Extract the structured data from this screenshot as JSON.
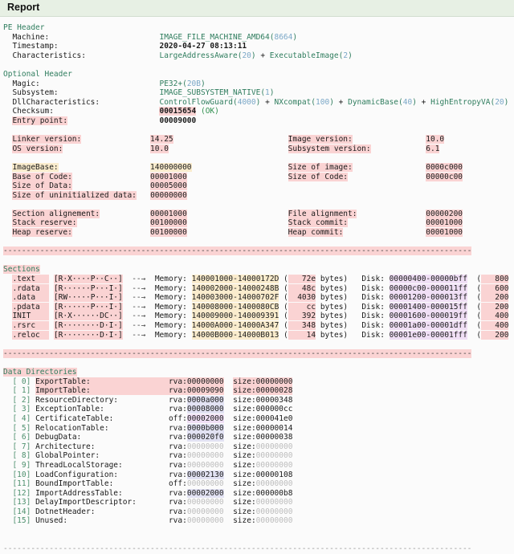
{
  "window": {
    "title": "Report"
  },
  "pe_header": {
    "group": "PE Header",
    "rows": [
      {
        "label": "Machine:",
        "value": "IMAGE_FILE_MACHINE_AMD64",
        "paren": "8664",
        "style": "teal"
      },
      {
        "label": "Timestamp:",
        "value": "2020-04-27 08:13:11",
        "paren": "",
        "style": "plainbold"
      },
      {
        "label": "Characteristics:",
        "value": "LargeAddressAware",
        "paren": "20",
        "style": "teal",
        "extra": " + ",
        "value2": "ExecutableImage",
        "paren2": "2"
      }
    ]
  },
  "optional_header": {
    "group": "Optional Header",
    "rows": [
      {
        "label": "Magic:",
        "value": "PE32+",
        "paren": "20B"
      },
      {
        "label": "Subsystem:",
        "value": "IMAGE_SUBSYSTEM_NATIVE",
        "paren": "1"
      },
      {
        "label": "DllCharacteristics:",
        "flags": [
          {
            "name": "ControlFlowGuard",
            "value": "4000"
          },
          {
            "name": "NXcompat",
            "value": "100"
          },
          {
            "name": "DynamicBase",
            "value": "40"
          },
          {
            "name": "HighEntropyVA",
            "value": "20"
          }
        ]
      },
      {
        "label": "Checksum:",
        "value": "00015654",
        "status": "(OK)",
        "label_hl": false,
        "value_hl": true
      },
      {
        "label": "Entry point:",
        "value": "00009000",
        "label_hl": true,
        "value_hl": false
      }
    ]
  },
  "versions": {
    "left": [
      {
        "label": "Linker version:",
        "value": "14.25"
      },
      {
        "label": "OS version:",
        "value": "10.0"
      }
    ],
    "right": [
      {
        "label": "Image version:",
        "value": "10.0"
      },
      {
        "label": "Subsystem version:",
        "value": "6.1"
      }
    ]
  },
  "image_layout": {
    "left": [
      {
        "label": "ImageBase:",
        "value": "140000000",
        "hl": "cream"
      },
      {
        "label": "Base of Code:",
        "value": "00001000",
        "hl": "pink"
      },
      {
        "label": "Size of Data:",
        "value": "00005000",
        "hl": "pink"
      },
      {
        "label": "Size of uninitialized data:",
        "value": "00000000",
        "hl": "pink"
      }
    ],
    "right": [
      {
        "label": "Size of image:",
        "value": "0000c000",
        "hl": "pink"
      },
      {
        "label": "Size of Code:",
        "value": "00000c00",
        "hl": "pink"
      }
    ]
  },
  "alignment": {
    "left": [
      {
        "label": "Section alignement:",
        "value": "00001000"
      },
      {
        "label": "Stack reserve:",
        "value": "00100000"
      },
      {
        "label": "Heap reserve:",
        "value": "00100000"
      }
    ],
    "right": [
      {
        "label": "File alignment:",
        "value": "00000200"
      },
      {
        "label": "Stack commit:",
        "value": "00001000"
      },
      {
        "label": "Heap commit:",
        "value": "00001000"
      }
    ]
  },
  "separator": "------------------------------------------------------------------------------------------------------",
  "sections": {
    "group": "Sections",
    "mem_label": "Memory:",
    "disk_label": "Disk:",
    "bytes_label": "bytes)",
    "arrow": "--→",
    "rows": [
      {
        "name": ".text",
        "flags": "[R·X····P··C··]",
        "mem_start": "140001000",
        "mem_end": "14000172D",
        "mem_size": "72e",
        "disk_start": "00000400",
        "disk_end": "00000bff",
        "disk_size": "800"
      },
      {
        "name": ".rdata",
        "flags": "[R······P···I·]",
        "mem_start": "140002000",
        "mem_end": "14000248B",
        "mem_size": "48c",
        "disk_start": "00000c00",
        "disk_end": "000011ff",
        "disk_size": "600"
      },
      {
        "name": ".data",
        "flags": "[RW·····P···I·]",
        "mem_start": "140003000",
        "mem_end": "14000702F",
        "mem_size": "4030",
        "disk_start": "00001200",
        "disk_end": "000013ff",
        "disk_size": "200"
      },
      {
        "name": ".pdata",
        "flags": "[R······P···I·]",
        "mem_start": "140008000",
        "mem_end": "1400080CB",
        "mem_size": "cc",
        "disk_start": "00001400",
        "disk_end": "000015ff",
        "disk_size": "200"
      },
      {
        "name": "INIT",
        "flags": "[R·X······DC··]",
        "mem_start": "140009000",
        "mem_end": "140009391",
        "mem_size": "392",
        "disk_start": "00001600",
        "disk_end": "000019ff",
        "disk_size": "400"
      },
      {
        "name": ".rsrc",
        "flags": "[R········D·I·]",
        "mem_start": "14000A000",
        "mem_end": "14000A347",
        "mem_size": "348",
        "disk_start": "00001a00",
        "disk_end": "00001dff",
        "disk_size": "400"
      },
      {
        "name": ".reloc",
        "flags": "[R········D·I·]",
        "mem_start": "14000B000",
        "mem_end": "14000B013",
        "mem_size": "14",
        "disk_start": "00001e00",
        "disk_end": "00001fff",
        "disk_size": "200"
      }
    ]
  },
  "data_directories": {
    "group": "Data Directories",
    "rows": [
      {
        "index": "[ 0]",
        "name": "ExportTable:",
        "kind": "rva",
        "rva": "00000000",
        "size": "00000000",
        "hl": "pink",
        "zero": false
      },
      {
        "index": "[ 1]",
        "name": "ImportTable:",
        "kind": "rva",
        "rva": "00009090",
        "size": "00000028",
        "hl": "pink",
        "zero": false
      },
      {
        "index": "[ 2]",
        "name": "ResourceDirectory:",
        "kind": "rva",
        "rva": "0000a000",
        "size": "00000348",
        "hl": "blue",
        "zero": false
      },
      {
        "index": "[ 3]",
        "name": "ExceptionTable:",
        "kind": "rva",
        "rva": "00008000",
        "size": "000000cc",
        "hl": "blue",
        "zero": false
      },
      {
        "index": "[ 4]",
        "name": "CertificateTable:",
        "kind": "off",
        "rva": "00002000",
        "size": "000041e0",
        "hl": "violet",
        "zero": false
      },
      {
        "index": "[ 5]",
        "name": "RelocationTable:",
        "kind": "rva",
        "rva": "0000b000",
        "size": "00000014",
        "hl": "blue",
        "zero": false
      },
      {
        "index": "[ 6]",
        "name": "DebugData:",
        "kind": "rva",
        "rva": "000020f0",
        "size": "00000038",
        "hl": "blue",
        "zero": false
      },
      {
        "index": "[ 7]",
        "name": "Architecture:",
        "kind": "rva",
        "rva": "00000000",
        "size": "00000000",
        "hl": "none",
        "zero": true
      },
      {
        "index": "[ 8]",
        "name": "GlobalPointer:",
        "kind": "rva",
        "rva": "00000000",
        "size": "00000000",
        "hl": "none",
        "zero": true
      },
      {
        "index": "[ 9]",
        "name": "ThreadLocalStorage:",
        "kind": "rva",
        "rva": "00000000",
        "size": "00000000",
        "hl": "none",
        "zero": true
      },
      {
        "index": "[10]",
        "name": "LoadConfiguration:",
        "kind": "rva",
        "rva": "00002130",
        "size": "00000108",
        "hl": "blue",
        "zero": false
      },
      {
        "index": "[11]",
        "name": "BoundImportTable:",
        "kind": "off",
        "rva": "00000000",
        "size": "00000000",
        "hl": "none",
        "zero": true
      },
      {
        "index": "[12]",
        "name": "ImportAddressTable:",
        "kind": "rva",
        "rva": "00002000",
        "size": "000000b8",
        "hl": "blue",
        "zero": false
      },
      {
        "index": "[13]",
        "name": "DelayImportDescriptor:",
        "kind": "rva",
        "rva": "00000000",
        "size": "00000000",
        "hl": "none",
        "zero": true
      },
      {
        "index": "[14]",
        "name": "DotnetHeader:",
        "kind": "rva",
        "rva": "00000000",
        "size": "00000000",
        "hl": "none",
        "zero": true
      },
      {
        "index": "[15]",
        "name": "Unused:",
        "kind": "rva",
        "rva": "00000000",
        "size": "00000000",
        "hl": "none",
        "zero": true
      }
    ]
  },
  "footer_separator": "------------------------------------------------------------------------------------------------------"
}
